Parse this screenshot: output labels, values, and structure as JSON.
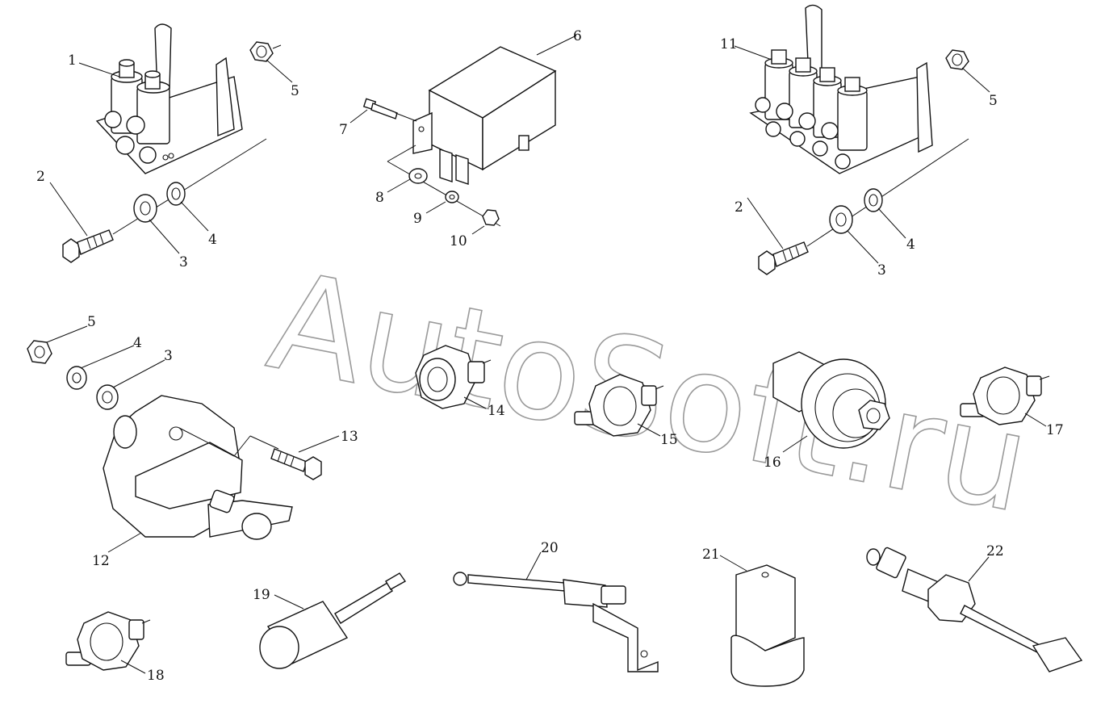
{
  "watermark": "AutoSoft.ru",
  "labels": {
    "l1": "1",
    "l2a": "2",
    "l3a": "3",
    "l4a": "4",
    "l5a": "5",
    "l6": "6",
    "l7": "7",
    "l8": "8",
    "l9": "9",
    "l10": "10",
    "l11": "11",
    "l5b": "5",
    "l2b": "2",
    "l3b": "3",
    "l4b": "4",
    "l5c": "5",
    "l4c": "4",
    "l3c": "3",
    "l13": "13",
    "l12": "12",
    "l14": "14",
    "l15": "15",
    "l16": "16",
    "l17": "17",
    "l18": "18",
    "l19": "19",
    "l20": "20",
    "l21": "21",
    "l22": "22"
  }
}
